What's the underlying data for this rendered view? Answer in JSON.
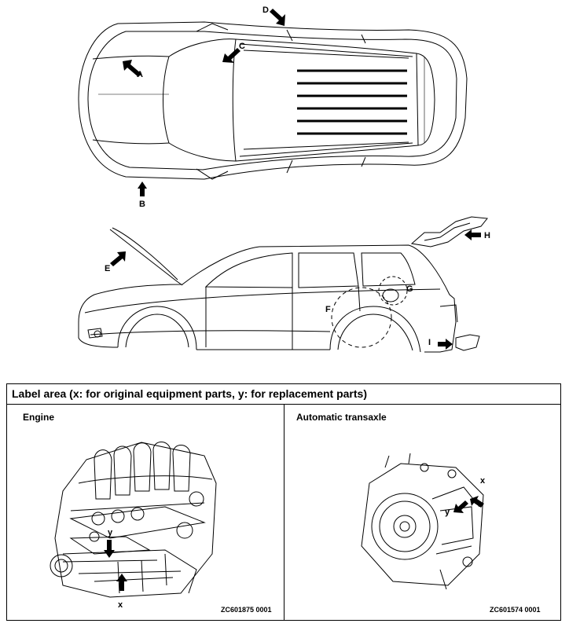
{
  "top_view": {
    "labels": {
      "a": "A",
      "b": "B",
      "c": "C",
      "d": "D"
    }
  },
  "side_view": {
    "labels": {
      "e": "E",
      "f": "F",
      "g": "G",
      "h": "H",
      "i": "I"
    }
  },
  "label_area": {
    "title": "Label area (x: for original equipment parts, y: for replacement parts)",
    "engine": {
      "title": "Engine",
      "x": "x",
      "y": "y",
      "code": "ZC601875  0001"
    },
    "transaxle": {
      "title": "Automatic transaxle",
      "x": "x",
      "y": "y",
      "code": "ZC601574  0001"
    }
  }
}
